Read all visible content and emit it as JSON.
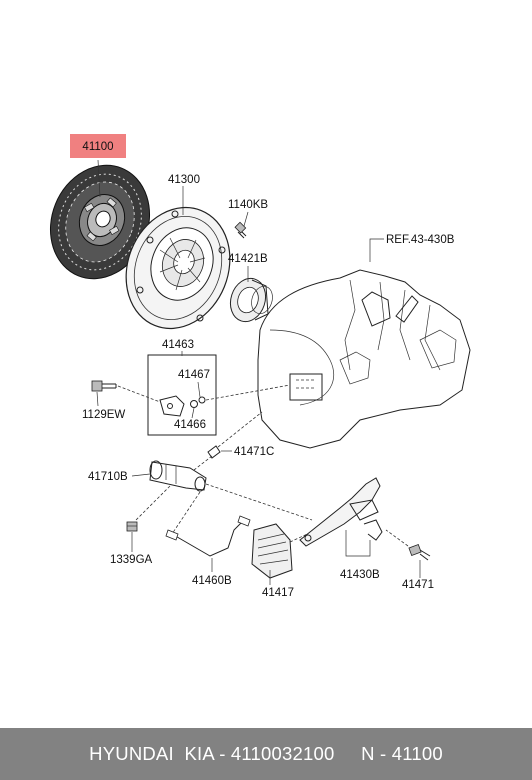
{
  "diagram": {
    "highlight_color": "#f08080",
    "labels": {
      "p41100": "41100",
      "p41300": "41300",
      "p1140KB": "1140KB",
      "p41421B": "41421B",
      "ref": "REF.43-430B",
      "p41463": "41463",
      "p41467": "41467",
      "p41466": "41466",
      "p1129EW": "1129EW",
      "p41471C": "41471C",
      "p41710B": "41710B",
      "p1339GA": "1339GA",
      "p41460B": "41460B",
      "p41417": "41417",
      "p41430B": "41430B",
      "p41471": "41471"
    }
  },
  "footer": {
    "text": "HYUNDAI  KIA - 4110032100     N - 41100",
    "bg_color": "#828282"
  }
}
